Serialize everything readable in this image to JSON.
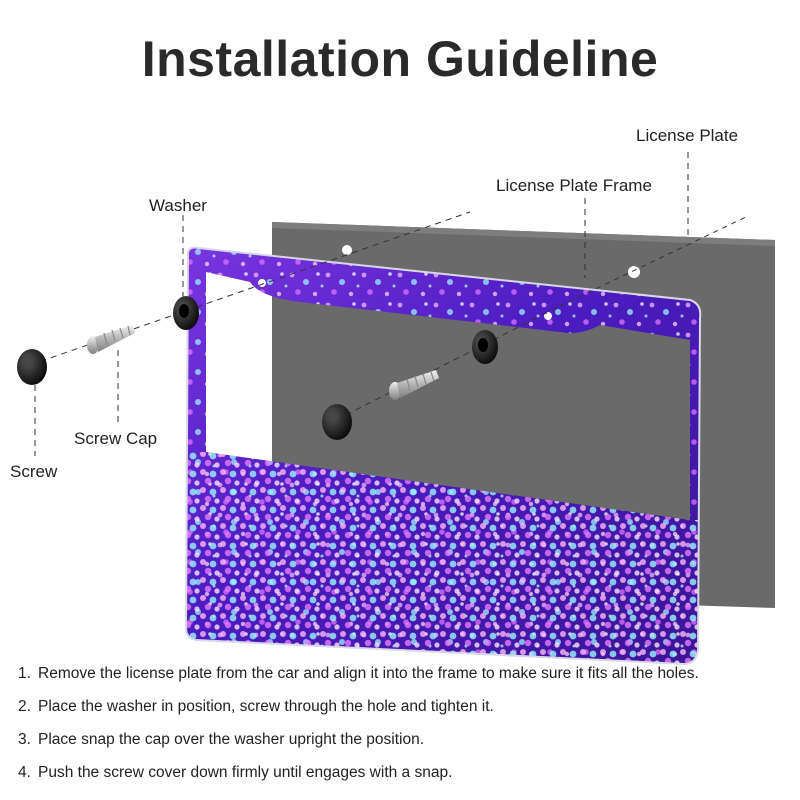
{
  "title": "Installation Guideline",
  "labels": {
    "license_plate": "License Plate",
    "license_plate_frame": "License Plate Frame",
    "washer": "Washer",
    "screw_cap": "Screw Cap",
    "screw": "Screw"
  },
  "steps": [
    {
      "number": "1.",
      "text": "Remove the license plate from the car and align it into the frame to make sure it fits all the holes."
    },
    {
      "number": "2.",
      "text": "Place the washer in position, screw through the hole and tighten it."
    },
    {
      "number": "3.",
      "text": "Place snap the cap over the washer upright the position."
    },
    {
      "number": "4.",
      "text": "Push the screw cover down firmly until engages with a snap."
    }
  ],
  "colors": {
    "plate": "#6b6b6b",
    "frame_primary": "#4a1fb8",
    "frame_secondary": "#8a2fd6",
    "hardware": "#111111",
    "screw_metal": "#c8c8c8"
  }
}
